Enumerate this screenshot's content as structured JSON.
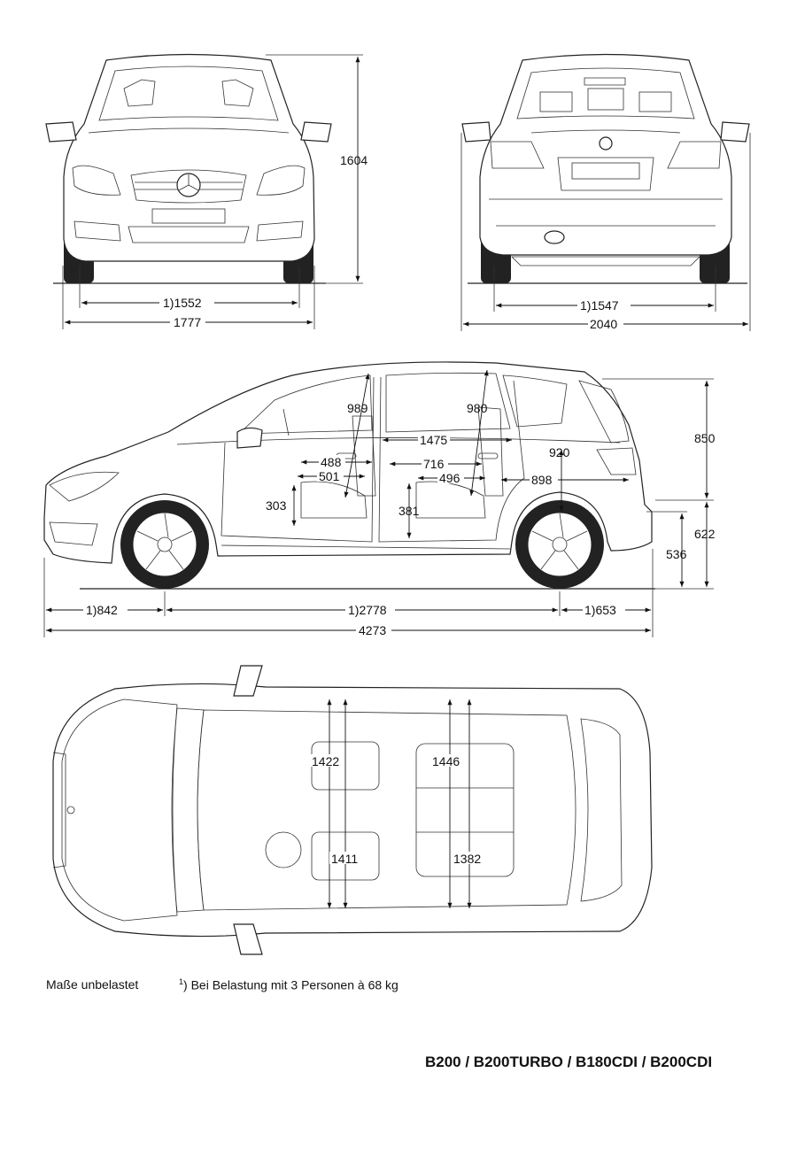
{
  "front_view": {
    "height": "1604",
    "track": "1)1552",
    "width": "1777"
  },
  "rear_view": {
    "track": "1)1547",
    "width_mirrors": "2040"
  },
  "side_view": {
    "headroom_front": "989",
    "headroom_rear": "980",
    "interior_length": "1475",
    "boot_length": "920",
    "roof_to_sill_rear": "850",
    "legroom_front": "488",
    "legroom_front_b": "501",
    "legroom_rear": "716",
    "legroom_rear_b": "496",
    "rear_depth": "898",
    "seat_height_front": "303",
    "seat_height_rear": "381",
    "load_sill": "622",
    "rear_bumper_height": "536",
    "front_overhang": "1)842",
    "wheelbase": "1)2778",
    "rear_overhang": "1)653",
    "overall_length": "4273"
  },
  "top_view": {
    "shoulder_front": "1422",
    "shoulder_rear": "1446",
    "elbow_front": "1411",
    "elbow_rear": "1382"
  },
  "footer": {
    "note_left": "Maße unbelastet",
    "note_right_marker": "1",
    "note_right": ") Bei Belastung mit 3 Personen à 68 kg",
    "models": "B200 / B200TURBO / B180CDI / B200CDI"
  }
}
